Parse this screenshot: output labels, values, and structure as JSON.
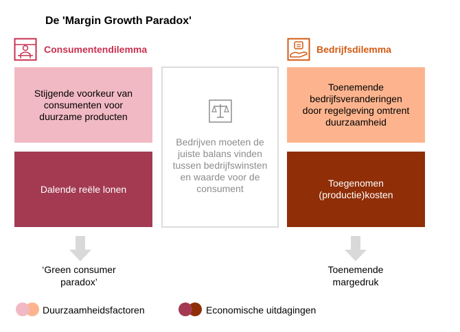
{
  "title": "De 'Margin Growth Paradox'",
  "colors": {
    "consumer_accent": "#c8304f",
    "business_accent": "#d35a13",
    "pink": "#f1b9c3",
    "wine": "#a33a52",
    "peach": "#fdb48e",
    "rust": "#8f2e07",
    "arrow_gray": "#d9d9d9"
  },
  "left": {
    "icon": "consumer-icon",
    "heading": "Consumentendilemma",
    "box_top": "Stijgende voorkeur van consumenten voor duurzame producten",
    "box_bottom": "Dalende reële lonen",
    "result": "‘Green consumer paradox’"
  },
  "center": {
    "icon": "balance-scale-icon",
    "text": "Bedrijven moeten de juiste balans vinden tussen bedrijfswinsten en waarde voor de consument"
  },
  "right": {
    "icon": "business-icon",
    "heading": "Bedrijfsdilemma",
    "box_top": "Toenemende bedrijfsveranderingen door regelgeving omtrent duurzaamheid",
    "box_bottom": "Toegenomen (productie)kosten",
    "result": "Toenemende margedruk"
  },
  "legend": {
    "sustainability": "Duurzaamheidsfactoren",
    "economic": "Economische uitdagingen"
  }
}
